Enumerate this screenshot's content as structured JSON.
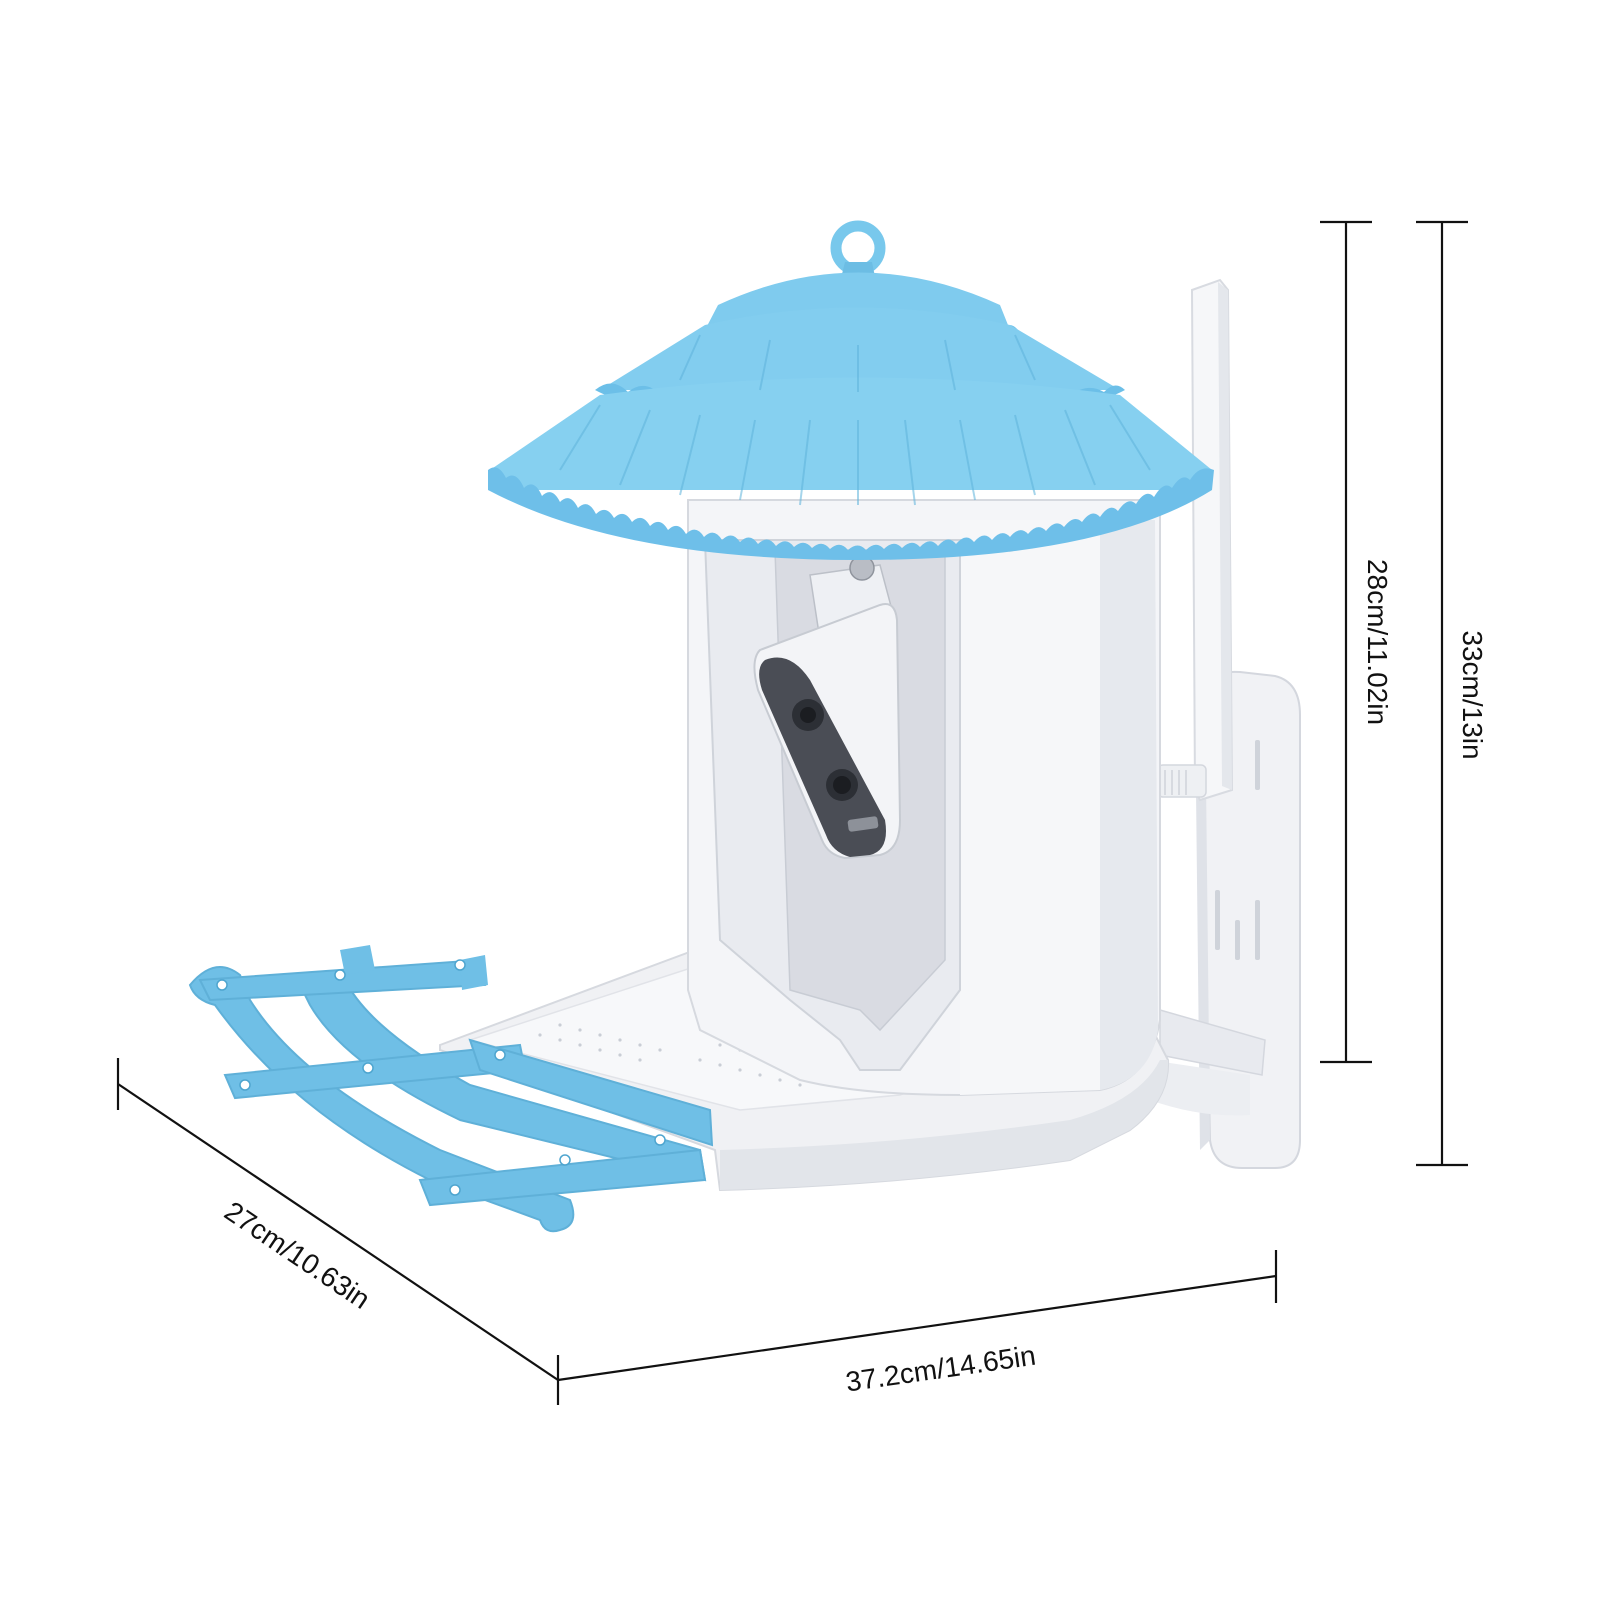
{
  "dimensions": {
    "height_antenna_top": "33cm/13in",
    "height_body": "28cm/11.02in",
    "depth": "27cm/10.63in",
    "width": "37.2cm/14.65in"
  },
  "colors": {
    "roof_blue": "#78c8ec",
    "roof_shadow": "#5fb3dc",
    "tray_blue": "#6fbfe6",
    "body_white": "#f4f5f8",
    "body_shade": "#e3e6ec",
    "window_gray": "#d9dbe2",
    "camera_dark": "#4a4d55",
    "line": "#111111"
  }
}
